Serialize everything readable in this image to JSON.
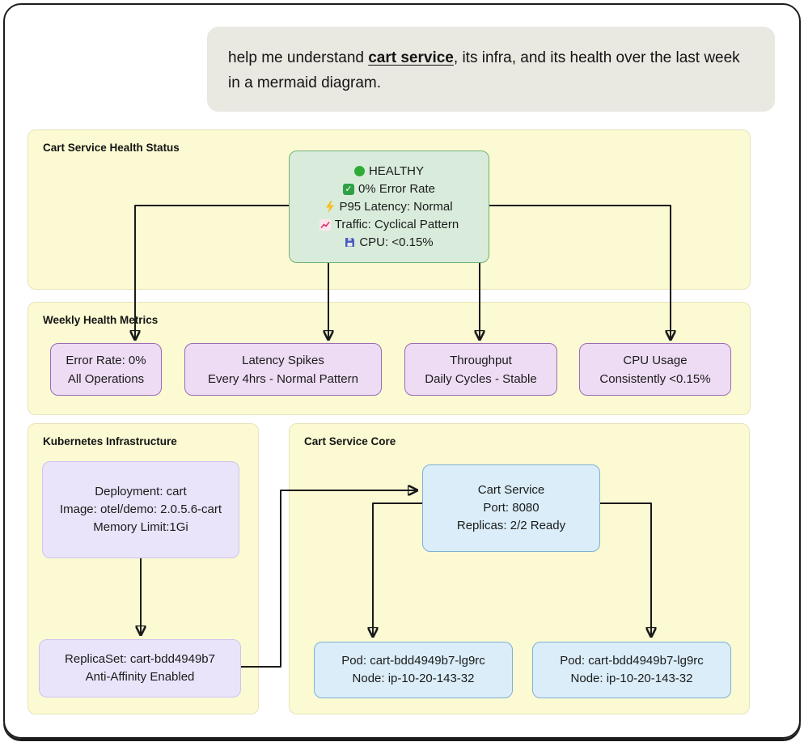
{
  "query": {
    "prefix": "help me understand ",
    "highlight": "cart service",
    "suffix": ", its infra, and its health over the last week in a mermaid diagram."
  },
  "containers": {
    "health": {
      "title": "Cart Service Health Status"
    },
    "weekly": {
      "title": "Weekly Health Metrics"
    },
    "k8s": {
      "title": "Kubernetes Infrastructure"
    },
    "core": {
      "title": "Cart Service Core"
    }
  },
  "nodes": {
    "health_status": {
      "lines": [
        {
          "icon": "green-circle-icon",
          "text": "HEALTHY"
        },
        {
          "icon": "check-box-icon",
          "text": "0% Error Rate"
        },
        {
          "icon": "lightning-icon",
          "text": "P95 Latency: Normal"
        },
        {
          "icon": "chart-up-icon",
          "text": "Traffic: Cyclical Pattern"
        },
        {
          "icon": "floppy-icon",
          "text": "CPU: <0.15%"
        }
      ]
    },
    "metrics": [
      {
        "lines": [
          "Error Rate: 0%",
          "All Operations"
        ]
      },
      {
        "lines": [
          "Latency Spikes",
          "Every 4hrs - Normal Pattern"
        ]
      },
      {
        "lines": [
          "Throughput",
          "Daily Cycles - Stable"
        ]
      },
      {
        "lines": [
          "CPU Usage",
          "Consistently <0.15%"
        ]
      }
    ],
    "deployment": {
      "lines": [
        "Deployment: cart",
        "Image: otel/demo: 2.0.5.6-cart",
        "Memory Limit:1Gi"
      ]
    },
    "replicaset": {
      "lines": [
        "ReplicaSet: cart-bdd4949b7",
        "Anti-Affinity Enabled"
      ]
    },
    "service": {
      "lines": [
        "Cart Service",
        "Port: 8080",
        "Replicas: 2/2 Ready"
      ]
    },
    "pods": [
      {
        "lines": [
          "Pod: cart-bdd4949b7-lg9rc",
          "Node: ip-10-20-143-32"
        ]
      },
      {
        "lines": [
          "Pod: cart-bdd4949b7-lg9rc",
          "Node: ip-10-20-143-32"
        ]
      }
    ]
  },
  "colors": {
    "healthy_green_fill": "#d9ecdb",
    "healthy_green_border": "#74b177",
    "metric_purple_fill": "#eedcf4",
    "metric_purple_border": "#9b6bb5",
    "k8s_lavender_fill": "#e9e4fa",
    "service_blue_fill": "#daedf9",
    "service_blue_border": "#7db1d7",
    "container_yellow": "#fbfad3",
    "status_dot_green": "#2fac38"
  }
}
